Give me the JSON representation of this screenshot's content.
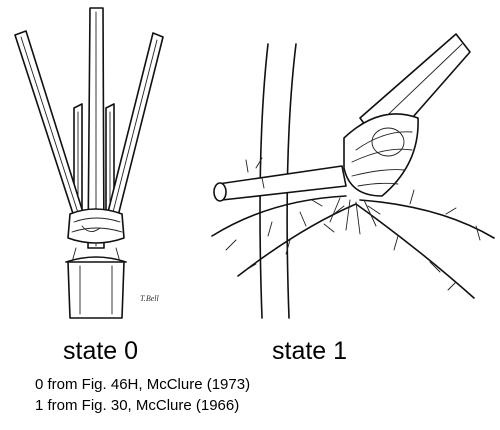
{
  "labels": {
    "state0": "state 0",
    "state1": "state 1"
  },
  "caption": {
    "line1": "0 from Fig. 46H, McClure (1973)",
    "line2": "1 from Fig. 30, McClure (1966)"
  },
  "illustration": {
    "signature": "T.Bell"
  }
}
